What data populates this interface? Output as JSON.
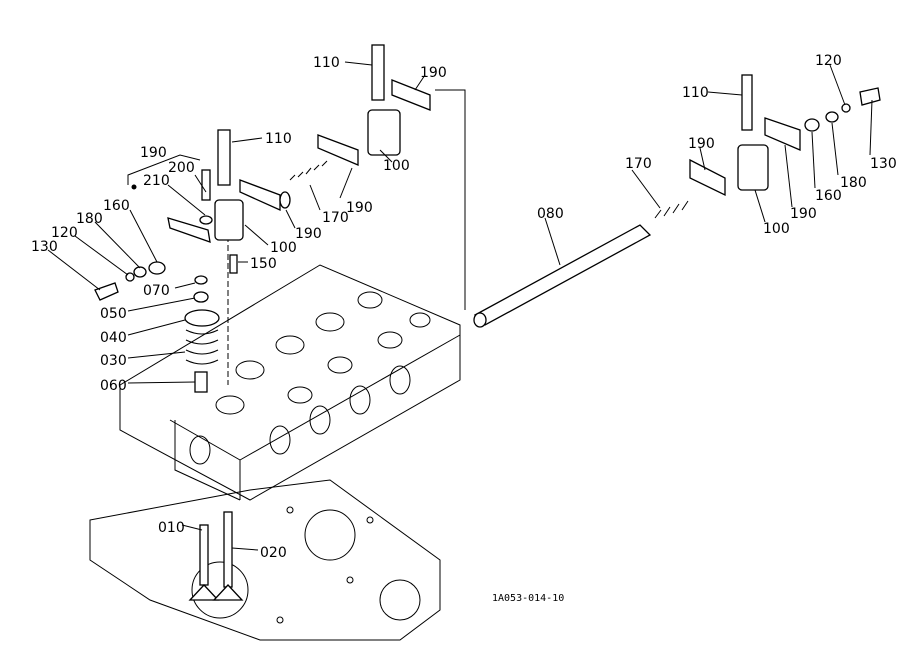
{
  "diagram": {
    "labels": {
      "l110_top": "110",
      "l190_top": "190",
      "l110_mid": "110",
      "l190_bracket": "190",
      "l200": "200",
      "l210": "210",
      "l160_left": "160",
      "l180_left": "180",
      "l120_left": "120",
      "l130_left": "130",
      "l100_top": "100",
      "l190_mid": "190",
      "l170_left": "170",
      "l190_low": "190",
      "l100_mid": "100",
      "l150": "150",
      "l070": "070",
      "l050": "050",
      "l040": "040",
      "l030": "030",
      "l060": "060",
      "l010": "010",
      "l020": "020",
      "l110_right": "110",
      "l120_right": "120",
      "l130_right": "130",
      "l180_right": "180",
      "l160_right": "160",
      "l190_right": "190",
      "l100_right": "100",
      "l190_right2": "190",
      "l170_right": "170",
      "l080": "080"
    },
    "drawing_code": "1A053-014-10"
  }
}
